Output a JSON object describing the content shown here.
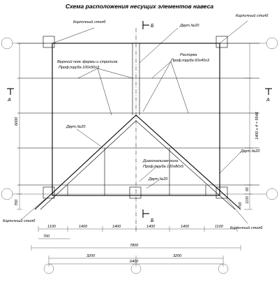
{
  "title": "Схема расположения несущих элементов навеса",
  "labels": {
    "brick_pillar": "Кирпичный столб",
    "beam_top": "Двут.№20",
    "beam_left": "Двут.№20",
    "beam_right": "Двут.№20",
    "beam_bottom": "Двут.№20",
    "upper_chord": "Верхний пояс фермы и стропила",
    "upper_chord_profile": "Проф.труба 100х50х3",
    "strut": "Распорка",
    "strut_profile": "Проф.труба 60х40х3",
    "diagonal": "Диагональная нога",
    "diagonal_profile": "Проф.труба 120х80х5",
    "section_a": "А",
    "section_b": "Б",
    "dim_height": "6000",
    "dim_right_total": "1400 х 4 = 5548",
    "dim_700_left": "700",
    "dim_700_right": "700",
    "dim_1100_right_v": "1100",
    "dim_bottom_row": [
      "1100",
      "1400",
      "1400",
      "1400",
      "1400",
      "1100"
    ],
    "dim_700_bottom": "700",
    "dim_total_7800": "7800",
    "dim_3200_l": "3200",
    "dim_3200_r": "3200",
    "dim_6400": "6400",
    "dim_small_r": "80"
  }
}
